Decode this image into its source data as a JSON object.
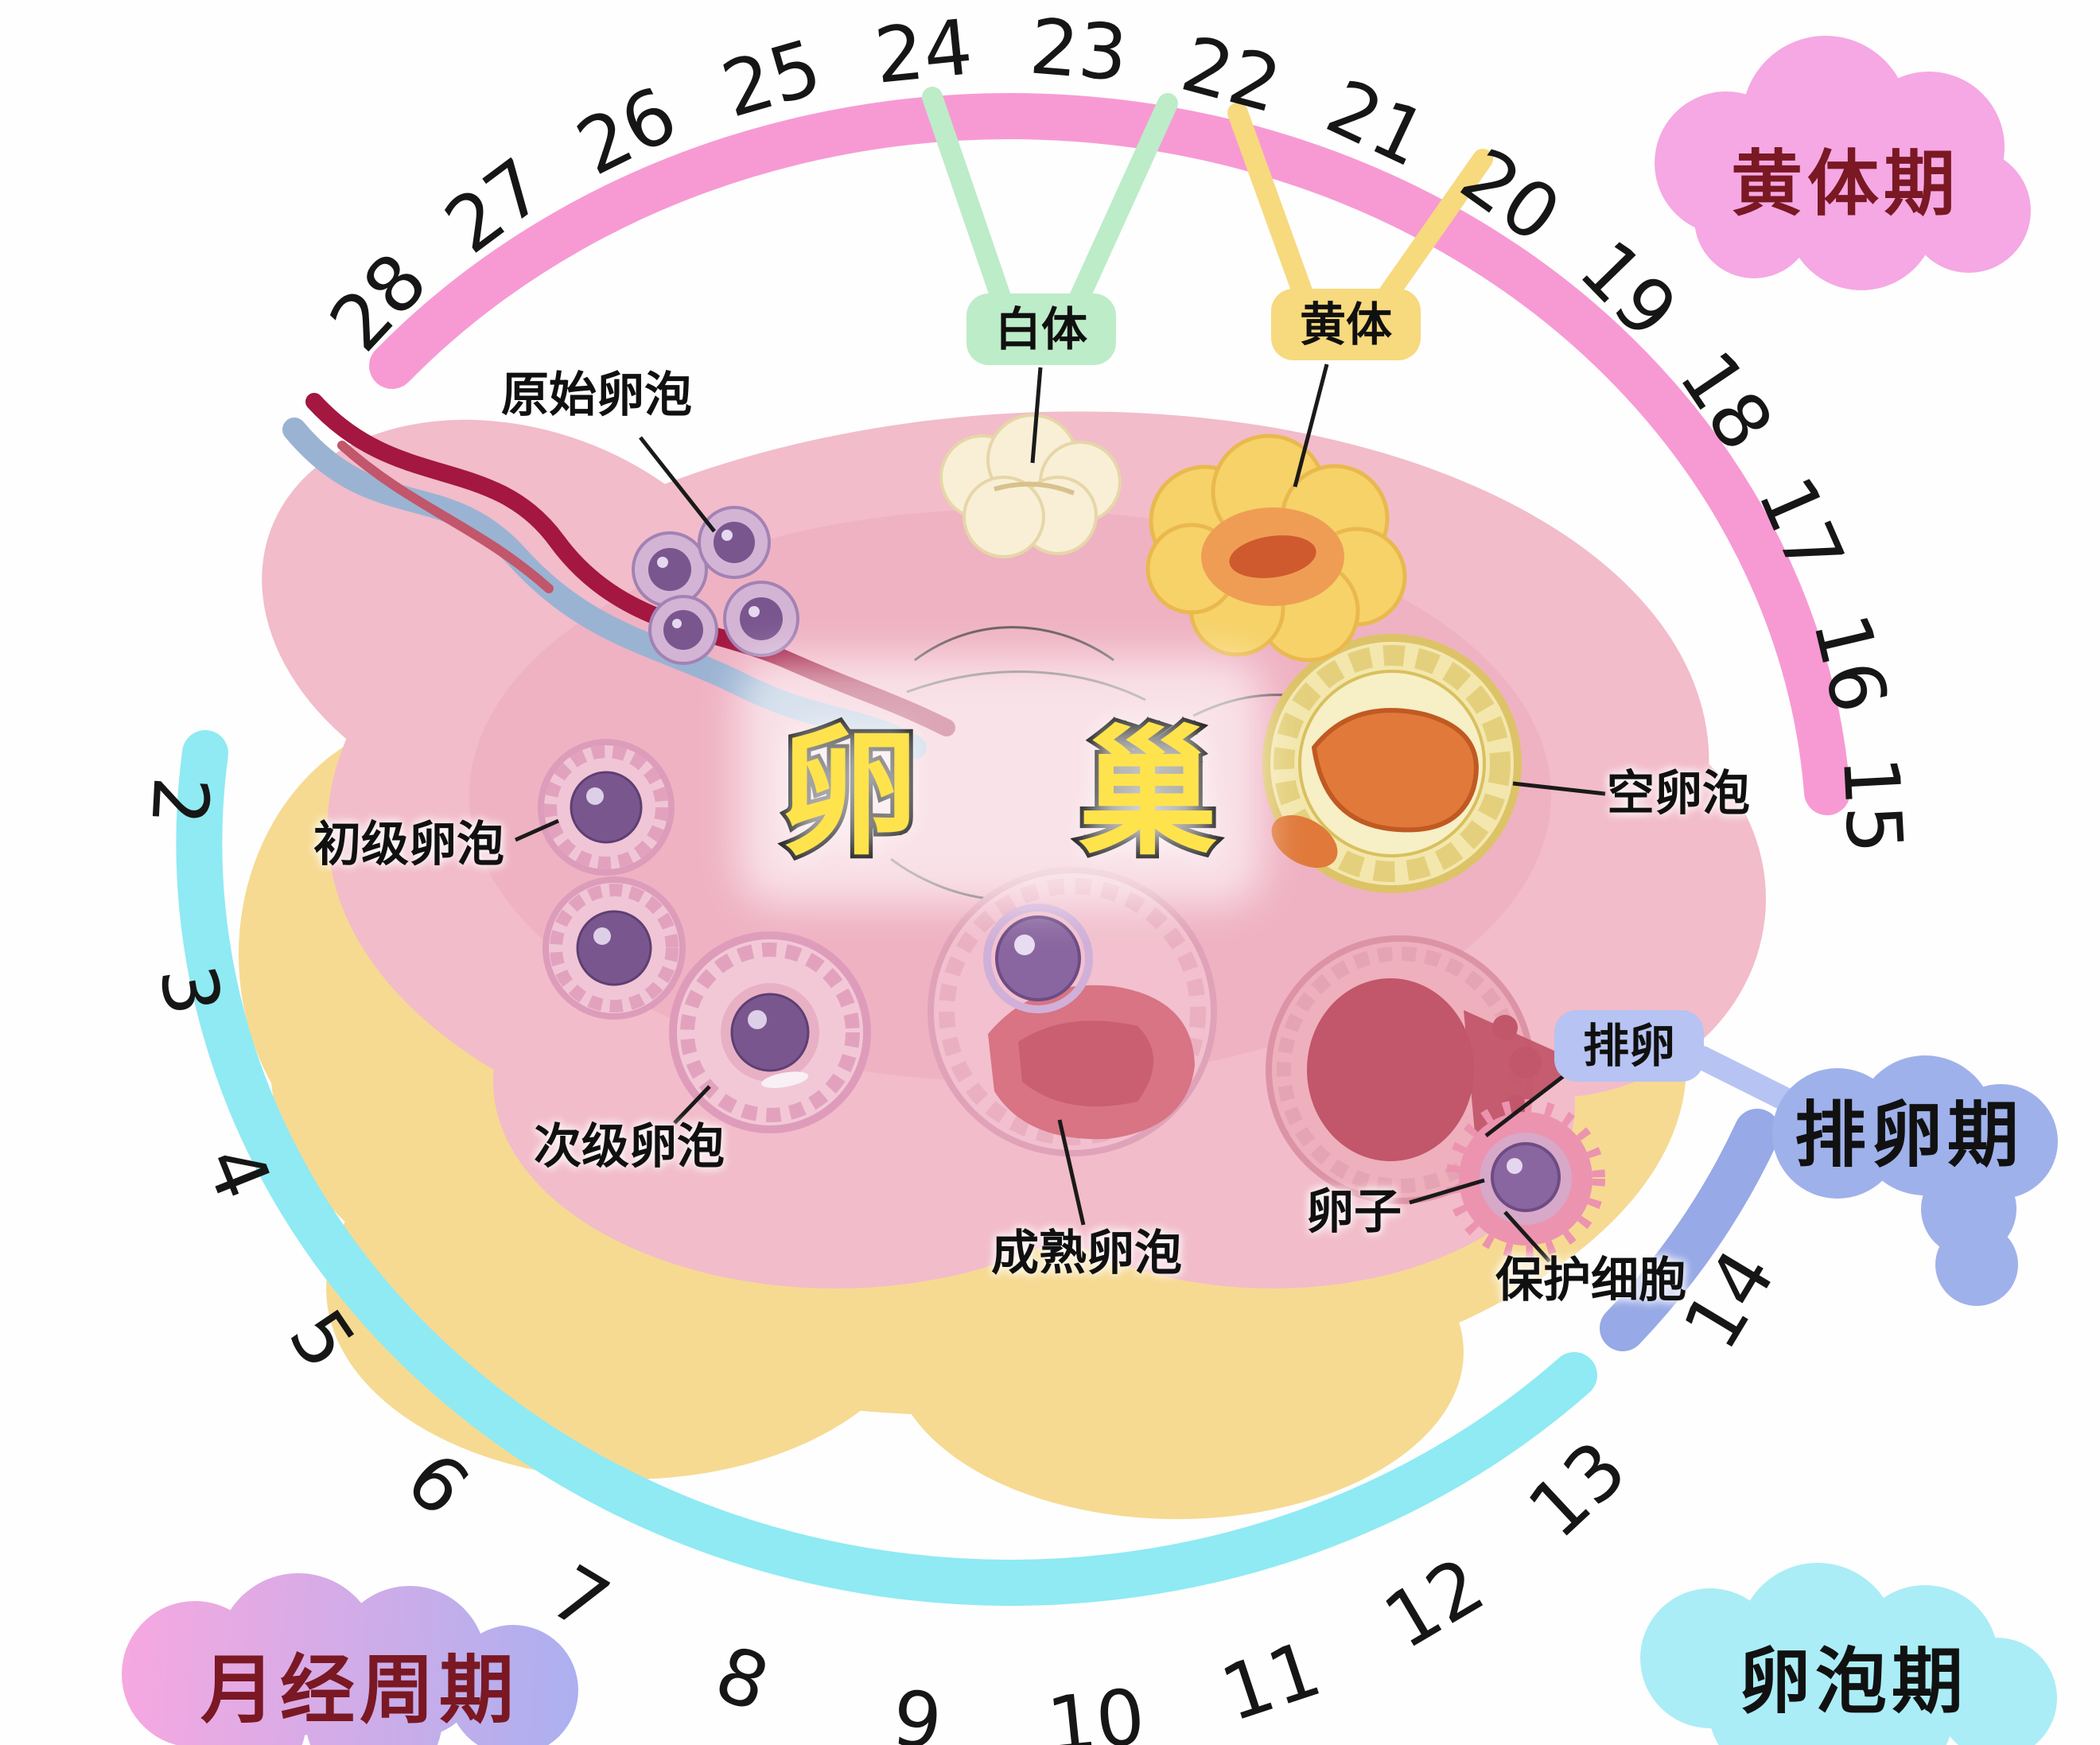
{
  "title": "卵 巢",
  "phase_labels": {
    "luteal": "黄体期",
    "ovulation": "排卵期",
    "follicular": "卵泡期",
    "menstrual_cycle": "月经周期"
  },
  "cycle_days": {
    "luteal": [
      "28",
      "27",
      "26",
      "25",
      "24",
      "23",
      "22",
      "21",
      "20",
      "19",
      "18",
      "17",
      "16",
      "15"
    ],
    "ovulation": [
      "14"
    ],
    "follicular": [
      "2",
      "3",
      "4",
      "5",
      "6",
      "7",
      "8",
      "9",
      "10",
      "11",
      "12",
      "13"
    ]
  },
  "structure_labels": {
    "primordial_follicle": "原始卵泡",
    "corpus_albicans": "白体",
    "corpus_luteum": "黄体",
    "empty_follicle": "空卵泡",
    "primary_follicle": "初级卵泡",
    "secondary_follicle": "次级卵泡",
    "mature_follicle": "成熟卵泡",
    "ovulation": "排卵",
    "egg": "卵子",
    "protective_cells": "保护细胞"
  },
  "colors": {
    "luteal_arc": "#f79ad3",
    "follicular_arc": "#8feaf3",
    "ovulation_arc": "#97a9e6",
    "luteal_blob": "#f5a8e3",
    "ovulation_blob": "#9fb1ea",
    "follicular_blob": "#aaedf6",
    "menstrual_blob_left": "#f7a8e0",
    "menstrual_blob_right": "#aab0f0",
    "albicans_label_bg": "#bdecc8",
    "luteum_label_bg": "#f7d97e",
    "ovulation_label_bg": "#b7c3f2",
    "title_fill": "#ffe34d",
    "phase_text_dark_red": "#7a1823"
  }
}
